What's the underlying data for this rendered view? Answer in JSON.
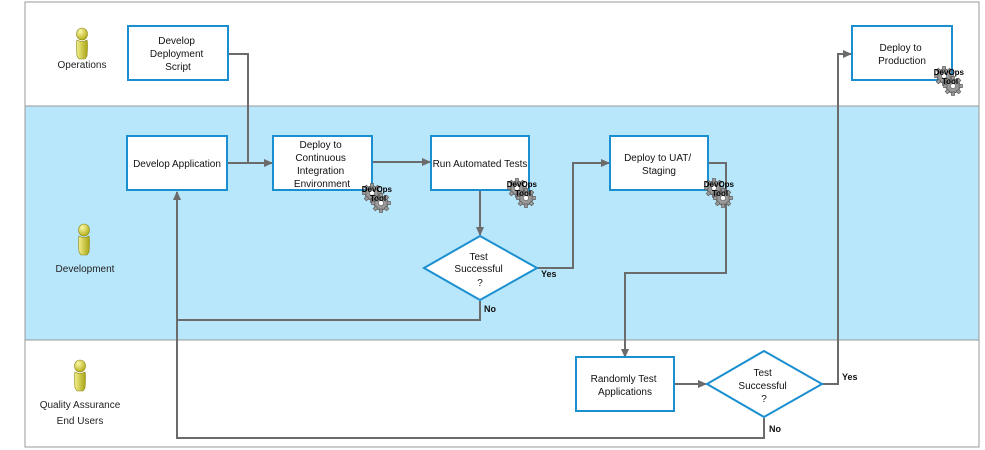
{
  "colors": {
    "dev_lane": "#b8e6fa",
    "box_border": "#1a8fd0",
    "arrow": "#6b6b6b",
    "person": "#d6d23a",
    "gear": "#9a9a9a"
  },
  "lanes": {
    "operations": "Operations",
    "development": "Development",
    "qa_line1": "Quality Assurance",
    "qa_line2": "End Users"
  },
  "nodes": {
    "develop_deployment_script": [
      "Develop",
      "Deployment",
      "Script"
    ],
    "develop_application": [
      "Develop Application"
    ],
    "deploy_ci": [
      "Deploy to",
      "Continuous",
      "Integration",
      "Environment"
    ],
    "run_automated_tests": [
      "Run Automated Tests"
    ],
    "deploy_uat": [
      "Deploy to UAT/",
      "Staging"
    ],
    "deploy_production": [
      "Deploy to",
      "Production"
    ],
    "randomly_test": [
      "Randomly Test",
      "Applications"
    ],
    "decision_dev": [
      "Test",
      "Successful",
      "?"
    ],
    "decision_qa": [
      "Test",
      "Successful",
      "?"
    ]
  },
  "badge": [
    "DevOps",
    "Tool"
  ],
  "edge_labels": {
    "dev_yes": "Yes",
    "dev_no": "No",
    "qa_yes": "Yes",
    "qa_no": "No"
  },
  "icons": [
    "person-icon",
    "gear-icon"
  ]
}
